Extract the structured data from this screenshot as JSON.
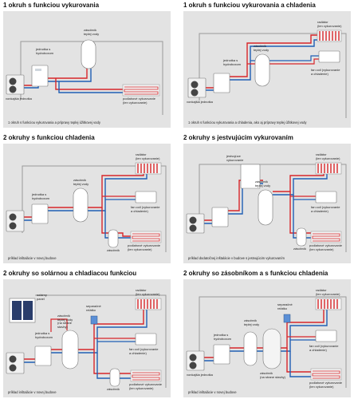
{
  "diagrams": [
    {
      "title": "1 okruh s funkciou vykurovania",
      "caption": "1 okruh s funkciou vykurovania a prípravy teplej úžitkovej vody",
      "labels": {
        "indoor_unit": "jednotka s\nhydroboxom",
        "tank": "zásobník\nteplej vody",
        "outdoor_unit": "vonkajšia jednotka",
        "floor": "podlahové vykurovanie\n(len vykurovanie)"
      }
    },
    {
      "title": "1 okruh s funkciou vykurovania a chladenia",
      "caption": "1 okruh s funkciou vykurovania a chladenia, ako aj prípravy teplej úžitkovej vody",
      "labels": {
        "indoor_unit": "jednotka s\nhydroboxom",
        "tank": "zásobník\nteplej vody",
        "radiator": "radiátor\n(len vykurovanie)",
        "fancoil": "fan coil (vykurovanie\na chladenie)",
        "outdoor_unit": "vonkajšia jednotka"
      }
    },
    {
      "title": "2 okruhy s funkciou chladenia",
      "caption": "príklad inštalácie v novej budove",
      "labels": {
        "indoor_unit": "jednotka s\nhydroboxom",
        "tank": "zásobník\nteplej vody",
        "radiator": "radiátor\n(len vykurovanie)",
        "fancoil": "fan coil (vykurovanie\na chladenie)",
        "floor": "podlahové vykurovanie\n(len vykurovanie)",
        "buffer": "zásobník"
      }
    },
    {
      "title": "2 okruhy s jestvujúcim vykurovaním",
      "caption": "príklad dodatočnej inštalácie v budove s jestvujúcim vykurovaním",
      "labels": {
        "existing": "jestvujúce\nvykurovanie",
        "tank": "zásobník\nteplej vody",
        "radiator": "radiátor\n(len vykurovanie)",
        "fancoil": "fan coil (vykurovanie\na chladenie)",
        "floor": "podlahové vykurovanie\n(len vykurovanie)",
        "buffer": "zásobník"
      }
    },
    {
      "title": "2 okruhy so solárnou a chladiacou funkciou",
      "caption": "príklad inštalácie v novej budove",
      "labels": {
        "solar": "solárny\npanel",
        "indoor_unit": "jednotka s\nhydroboxom",
        "tank": "zásobník\nteplej vody\n(na strane\nstavby)",
        "separator": "separačné\nrelátko",
        "radiator": "radiátor\n(len vykurovanie)",
        "fancoil": "fan coil (vykurovanie\na chladenie)",
        "floor": "podlahové vykurovanie\n(len vykurovanie)",
        "buffer": "zásobník"
      }
    },
    {
      "title": "2 okruhy so zásobníkom a s funkciou chladenia",
      "caption": "príklad inštalácie v novej budove",
      "labels": {
        "indoor_unit": "jednotka s\nhydroboxom",
        "tank": "zásobník\nteplej vody",
        "tank2": "zásobník\n(na strane stavby)",
        "separator": "separačné\nrelátko",
        "radiator": "radiátor\n(len vykurovanie)",
        "fancoil": "fan coil (vykurovanie\na chladenie)",
        "floor": "podlahové vykurovanie\n(len vykurovanie)",
        "outdoor_unit": "vonkajšia jednotka"
      }
    }
  ],
  "colors": {
    "panel_bg": "#e3e3e3",
    "hot_pipe": "#d8262a",
    "cold_pipe": "#1f5fb4",
    "outline": "#777777"
  }
}
